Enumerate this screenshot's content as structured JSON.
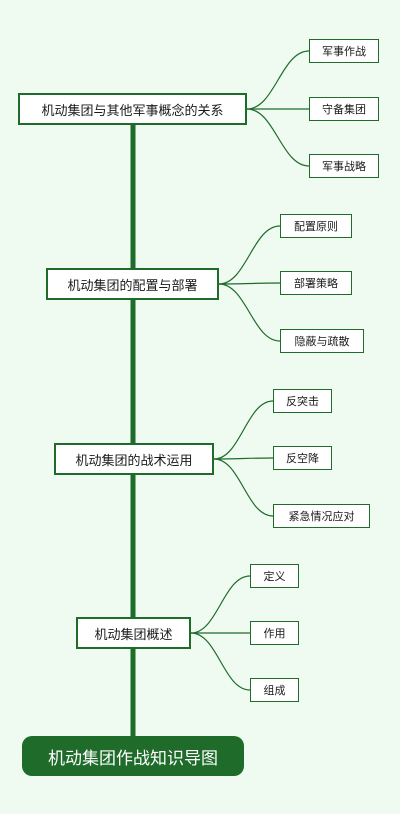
{
  "root": {
    "label": "机动集团作战知识导图"
  },
  "branches": [
    {
      "label": "机动集团与其他军事概念的关系",
      "children": [
        "军事作战",
        "守备集团",
        "军事战略"
      ]
    },
    {
      "label": "机动集团的配置与部署",
      "children": [
        "配置原则",
        "部署策略",
        "隐蔽与疏散"
      ]
    },
    {
      "label": "机动集团的战术运用",
      "children": [
        "反突击",
        "反空降",
        "紧急情况应对"
      ]
    },
    {
      "label": "机动集团概述",
      "children": [
        "定义",
        "作用",
        "组成"
      ]
    }
  ],
  "colors": {
    "background": "#effbf1",
    "trunk": "#1e6b2a",
    "node_border": "#1e6b2a",
    "root_fill": "#1e6b2a",
    "root_text": "#ffffff"
  }
}
